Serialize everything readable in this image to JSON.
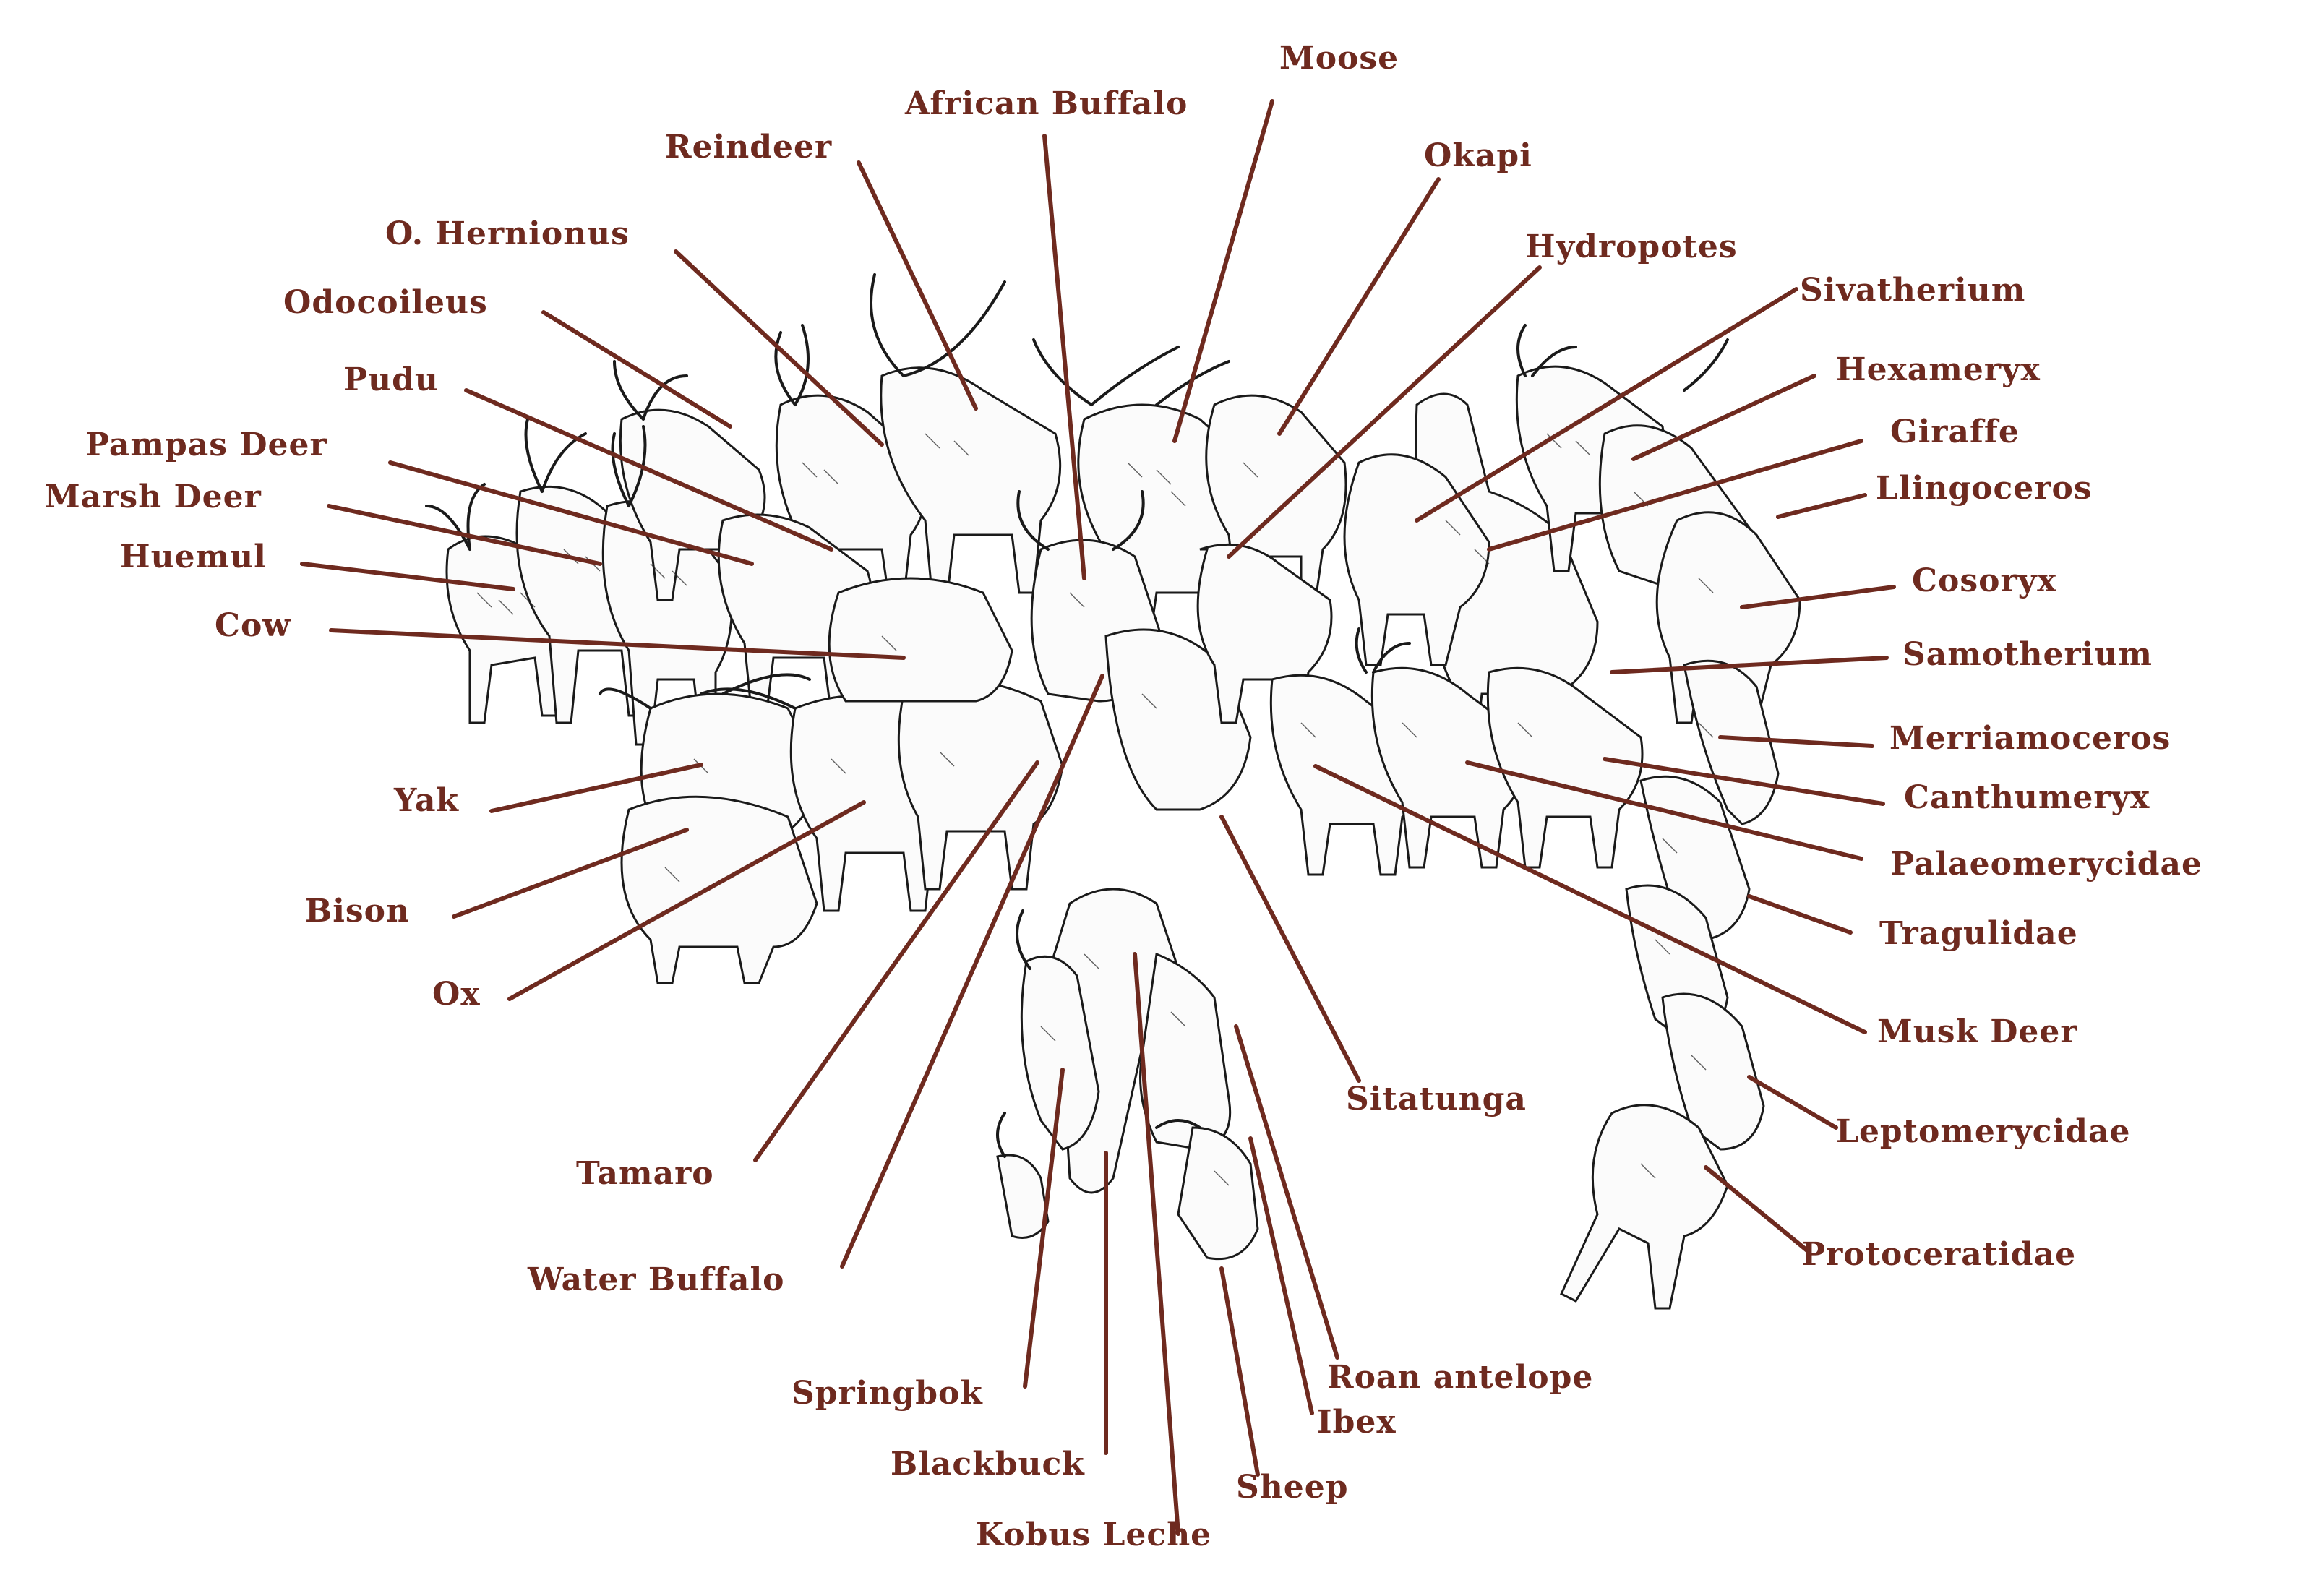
{
  "diagram": {
    "colors": {
      "label": "#6e2a1f",
      "line": "#6e2a1f",
      "ink": "#1a1a1a",
      "background": "#ffffff"
    },
    "labels": [
      {
        "id": "moose",
        "text": "Moose"
      },
      {
        "id": "african-buffalo",
        "text": "African Buffalo"
      },
      {
        "id": "reindeer",
        "text": "Reindeer"
      },
      {
        "id": "okapi",
        "text": "Okapi"
      },
      {
        "id": "o-hernionus",
        "text": "O. Hernionus"
      },
      {
        "id": "hydropotes",
        "text": "Hydropotes"
      },
      {
        "id": "odocoileus",
        "text": "Odocoileus"
      },
      {
        "id": "sivatherium",
        "text": "Sivatherium"
      },
      {
        "id": "pudu",
        "text": "Pudu"
      },
      {
        "id": "hexameryx",
        "text": "Hexameryx"
      },
      {
        "id": "pampas-deer",
        "text": "Pampas Deer"
      },
      {
        "id": "giraffe",
        "text": "Giraffe"
      },
      {
        "id": "marsh-deer",
        "text": "Marsh Deer"
      },
      {
        "id": "llingoceros",
        "text": "Llingoceros"
      },
      {
        "id": "huemul",
        "text": "Huemul"
      },
      {
        "id": "cosoryx",
        "text": "Cosoryx"
      },
      {
        "id": "cow",
        "text": "Cow"
      },
      {
        "id": "samotherium",
        "text": "Samotherium"
      },
      {
        "id": "merriamoceros",
        "text": "Merriamoceros"
      },
      {
        "id": "yak",
        "text": "Yak"
      },
      {
        "id": "canthumeryx",
        "text": "Canthumeryx"
      },
      {
        "id": "palaeomerycidae",
        "text": "Palaeomerycidae"
      },
      {
        "id": "bison",
        "text": "Bison"
      },
      {
        "id": "tragulidae",
        "text": "Tragulidae"
      },
      {
        "id": "ox",
        "text": "Ox"
      },
      {
        "id": "musk-deer",
        "text": "Musk Deer"
      },
      {
        "id": "sitatunga",
        "text": "Sitatunga"
      },
      {
        "id": "leptomerycidae",
        "text": "Leptomerycidae"
      },
      {
        "id": "tamaro",
        "text": "Tamaro"
      },
      {
        "id": "protoceratidae",
        "text": "Protoceratidae"
      },
      {
        "id": "water-buffalo",
        "text": "Water Buffalo"
      },
      {
        "id": "roan-antelope",
        "text": "Roan antelope"
      },
      {
        "id": "springbok",
        "text": "Springbok"
      },
      {
        "id": "ibex",
        "text": "Ibex"
      },
      {
        "id": "blackbuck",
        "text": "Blackbuck"
      },
      {
        "id": "sheep",
        "text": "Sheep"
      },
      {
        "id": "kobus-leche",
        "text": "Kobus Leche"
      }
    ]
  }
}
